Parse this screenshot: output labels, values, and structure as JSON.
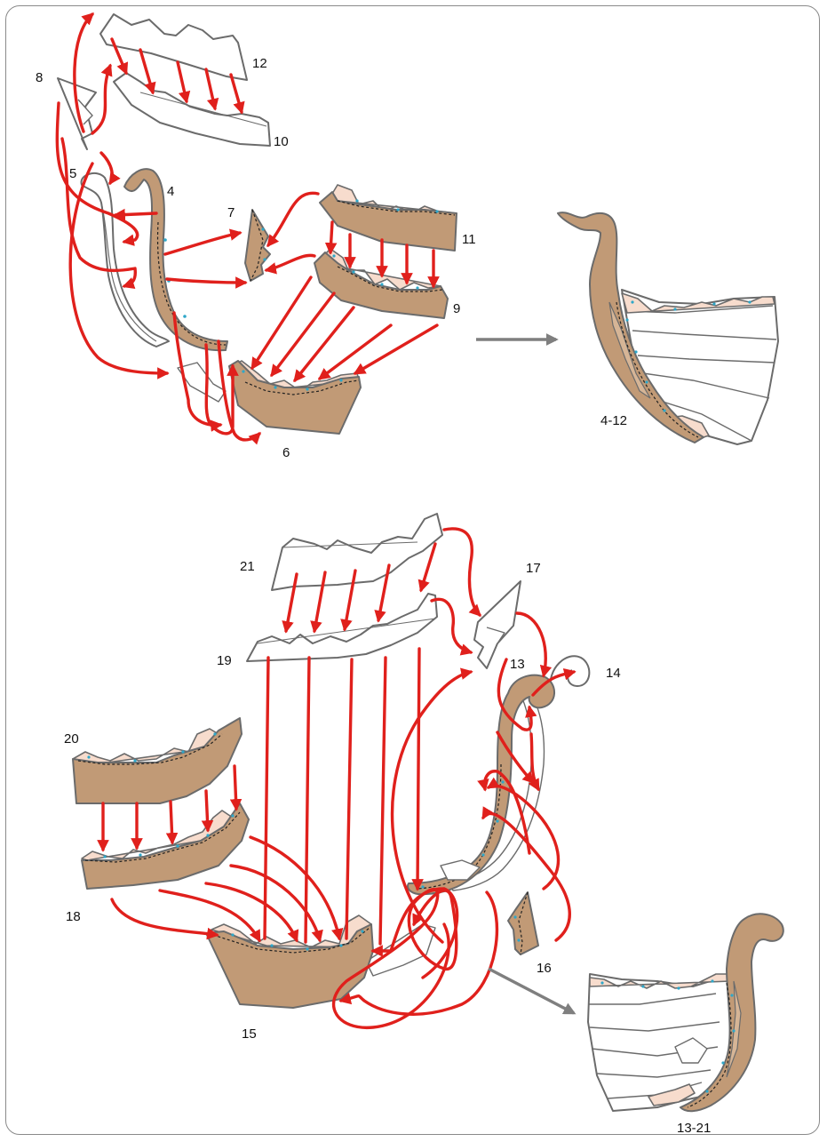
{
  "diagram": {
    "part_labels": [
      "4",
      "5",
      "6",
      "7",
      "8",
      "9",
      "10",
      "11",
      "12",
      "13",
      "14",
      "15",
      "16",
      "17",
      "18",
      "19",
      "20",
      "21"
    ],
    "result_labels": [
      "4-12",
      "13-21"
    ],
    "colors": {
      "piece_tan": "#c19a76",
      "piece_outline": "#6b6b6b",
      "glue_tab": "#f7dccd",
      "glue_dot": "#2ea7c9",
      "arrow_red": "#e0201c",
      "arrow_gray": "#7f7f7f"
    }
  }
}
